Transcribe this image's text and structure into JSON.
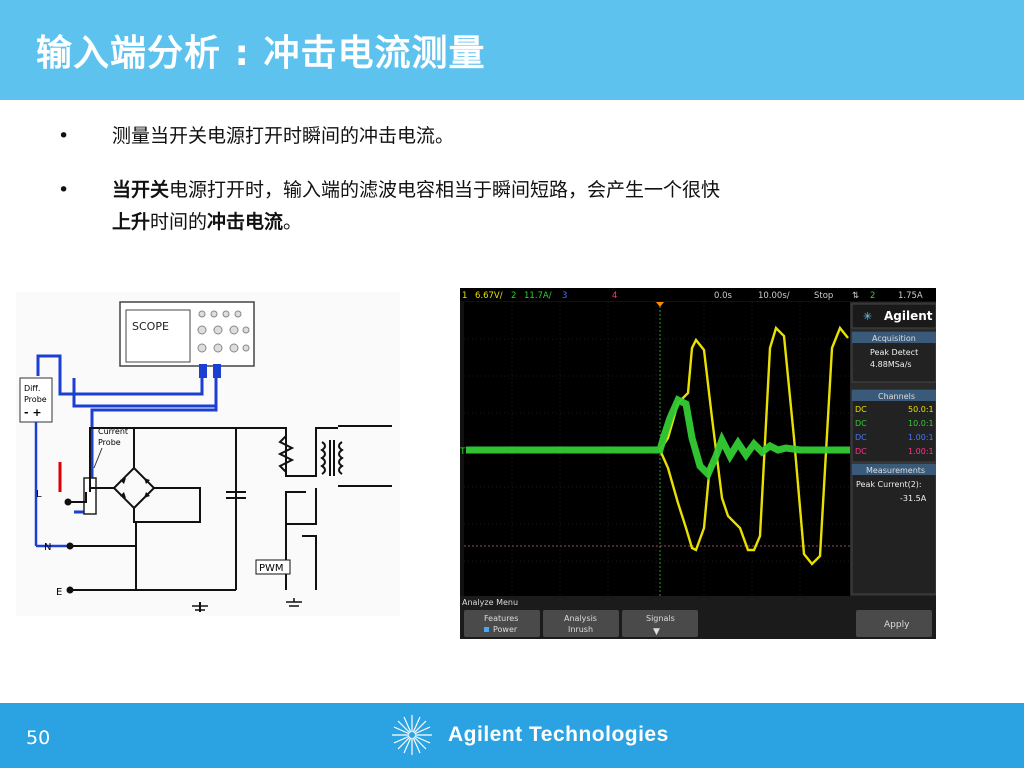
{
  "title": "输入端分析 : 冲击电流测量",
  "bullets": [
    {
      "text": "测量当开关电源打开时瞬间的冲击电流。"
    },
    {
      "bold1": "当开关",
      "text1": "电源打开时，输入端的滤波电容相当于瞬间短路，会产生一个很快",
      "bold2": "上升",
      "text2": "时间的",
      "bold3": "冲击电流",
      "text3": "。"
    }
  ],
  "circuit": {
    "scope_label": "SCOPE",
    "diff_probe_label": "Diff.",
    "diff_probe_label2": "Probe",
    "diff_probe_polarity": "- +",
    "current_probe_label": "Current",
    "current_probe_label2": "Probe",
    "node_l": "L",
    "node_n": "N",
    "node_e": "E",
    "pwm_label": "PWM"
  },
  "scope_screen": {
    "status": {
      "ch1": "1",
      "ch1_scale": "6.67V/",
      "ch2": "2",
      "ch2_scale": "11.7A/",
      "ch3": "3",
      "ch4": "4",
      "time_offset": "0.0s",
      "time_scale": "10.00s/",
      "run_state": "Stop",
      "trig_ch": "2",
      "trig_level": "1.75A"
    },
    "brand": "Agilent",
    "acquisition": {
      "header": "Acquisition",
      "mode": "Peak Detect",
      "rate": "4.88MSa/s"
    },
    "channels": {
      "header": "Channels",
      "rows": [
        {
          "coupling": "DC",
          "ratio": "50.0:1",
          "color": "#e8e000"
        },
        {
          "coupling": "DC",
          "ratio": "10.0:1",
          "color": "#33cc33"
        },
        {
          "coupling": "DC",
          "ratio": "1.00:1",
          "color": "#4477ff"
        },
        {
          "coupling": "DC",
          "ratio": "1.00:1",
          "color": "#ff3388"
        }
      ]
    },
    "measurements": {
      "header": "Measurements",
      "label": "Peak Current(2):",
      "value": "-31.5A"
    },
    "menu_title": "Analyze Menu",
    "softkeys": [
      {
        "line1": "Features",
        "line2": "Power"
      },
      {
        "line1": "Analysis",
        "line2": "Inrush"
      },
      {
        "line1": "Signals",
        "line2": ""
      }
    ],
    "apply_label": "Apply"
  },
  "footer": {
    "page_number": "50",
    "brand": "Agilent Technologies"
  },
  "colors": {
    "header": "#5ec2ee",
    "footer": "#2ba3e3",
    "ch1": "#e8e000",
    "ch2": "#33cc33"
  }
}
